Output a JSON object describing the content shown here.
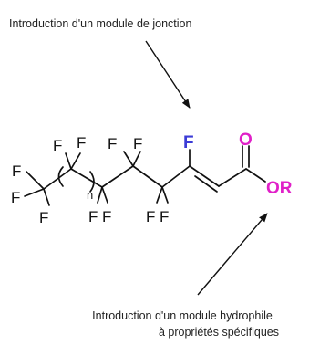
{
  "captions": {
    "top": "Introduction d'un module de jonction",
    "bottom_line1": "Introduction d'un module hydrophile",
    "bottom_line2": "à propriétés spécifiques"
  },
  "molecule": {
    "fluorine_symbol": "F",
    "oxygen_symbol": "O",
    "ester_group": "OR",
    "repeat_index": "n"
  },
  "colors": {
    "text": "#222222",
    "bond": "#111111",
    "fluorine_junction": "#3b3bd6",
    "ester_oxygen": "#e020c8"
  }
}
